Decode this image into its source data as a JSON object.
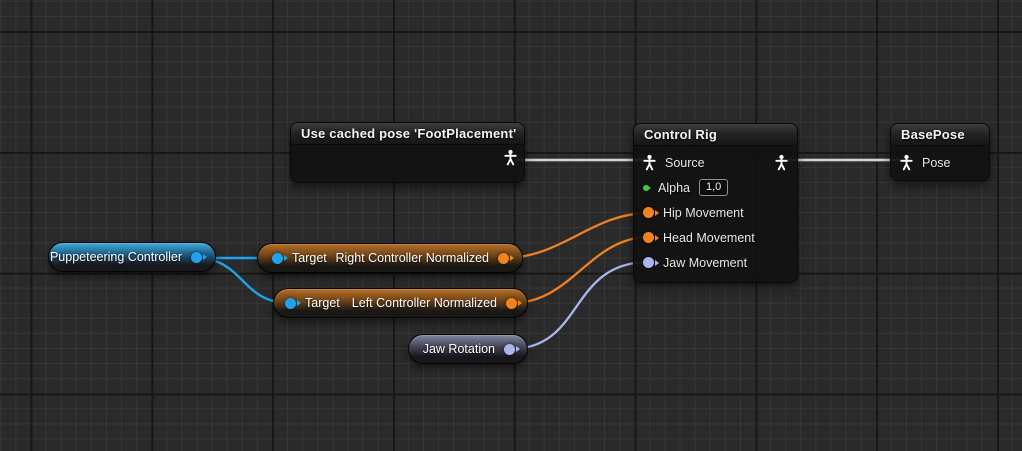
{
  "graph": {
    "cached_pose_node": {
      "title": "Use cached pose 'FootPlacement'"
    },
    "control_rig_node": {
      "title": "Control Rig",
      "source_label": "Source",
      "alpha_label": "Alpha",
      "alpha_value": "1,0",
      "inputs": [
        {
          "label": "Hip Movement"
        },
        {
          "label": "Head Movement"
        },
        {
          "label": "Jaw Movement"
        }
      ]
    },
    "base_pose_node": {
      "title": "BasePose",
      "pose_label": "Pose"
    },
    "puppeteering_node": {
      "label": "Puppeteering Controller"
    },
    "right_controller_node": {
      "pin_label": "Target",
      "label": "Right Controller Normalized"
    },
    "left_controller_node": {
      "pin_label": "Target",
      "label": "Left Controller Normalized"
    },
    "jaw_rotation_node": {
      "label": "Jaw Rotation"
    }
  },
  "colors": {
    "blue": "#1fa3ee",
    "orange": "#f0831e",
    "lavender": "#aab7ef",
    "green": "#3fc73f",
    "pose_wire_outer": "#5f5f5f",
    "pose_wire_inner": "#e4e4e4"
  }
}
